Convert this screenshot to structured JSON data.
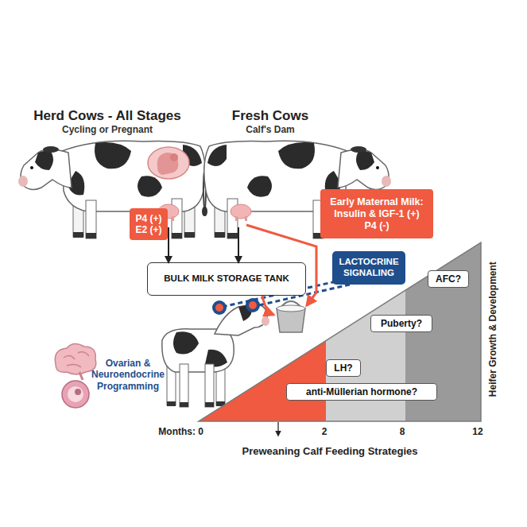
{
  "diagram": {
    "nodes": [
      {
        "text": [
          "Herd Cows - All Stages",
          "Cycling or Pregnant"
        ]
      },
      {
        "text": [
          "P4 (+)",
          "E2 (+)"
        ],
        "in": 0
      },
      {
        "text": [
          "Fresh Cows",
          "Calf's Dam"
        ]
      },
      {
        "text": [
          "Early Maternal Milk:",
          "Insulin & IGF-1 (+)",
          "P4 (-)"
        ],
        "in": 2
      },
      {
        "text": [
          "BULK MILK STORAGE TANK"
        ]
      },
      {
        "text": [
          "LACTOCRINE SIGNALING"
        ]
      },
      {
        "text": [
          "AFC?"
        ]
      },
      {
        "text": [
          "Puberty?"
        ]
      },
      {
        "text": [
          "LH?"
        ]
      },
      {
        "text": [
          "anti-Müllerian hormone?"
        ]
      }
    ],
    "edges": [
      {
        "from": 0,
        "to": 4,
        "arrow": "to"
      },
      {
        "from": 2,
        "to": 4,
        "arrow": "to"
      }
    ],
    "labels": [
      "Ovarian & Neuroendocrine Programming",
      "Months: 0",
      "2",
      "8",
      "12",
      "Preweaning Calf Feeding Strategies",
      "Heifer Growth & Development"
    ]
  }
}
